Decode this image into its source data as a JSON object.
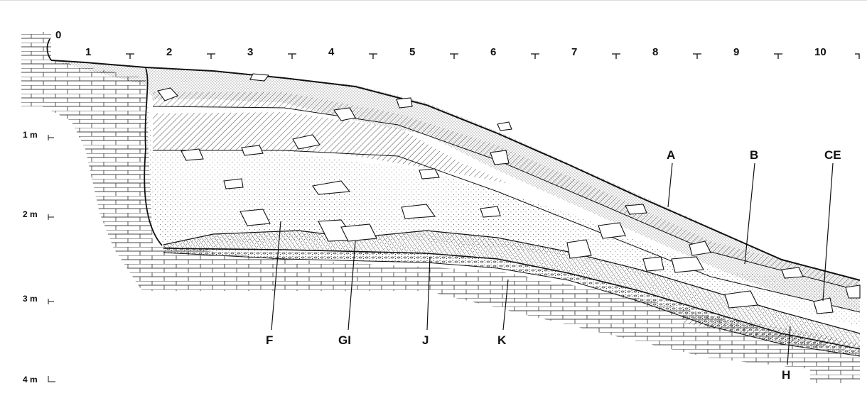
{
  "grid": {
    "origin": "0",
    "squares": [
      "1",
      "2",
      "3",
      "4",
      "5",
      "6",
      "7",
      "8",
      "9",
      "10"
    ]
  },
  "depth_marks": [
    "1 m",
    "2 m",
    "3 m",
    "4 m"
  ],
  "layers": {
    "A": "A",
    "B": "B",
    "CE": "CE",
    "F": "F",
    "GI": "GI",
    "J": "J",
    "K": "K",
    "H": "H"
  },
  "colors": {
    "ink": "#111111",
    "stipple": "#555555",
    "background": "#ffffff"
  }
}
